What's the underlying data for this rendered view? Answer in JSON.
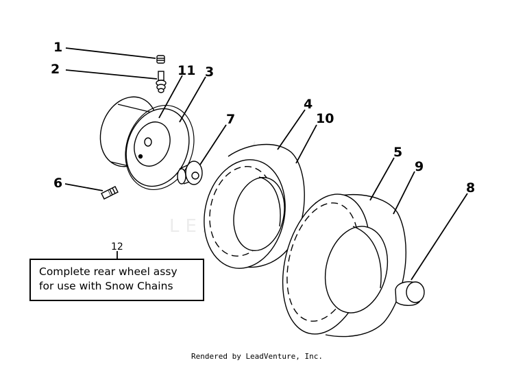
{
  "callouts": {
    "c1": "1",
    "c2": "2",
    "c3": "3",
    "c4": "4",
    "c5": "5",
    "c6": "6",
    "c7": "7",
    "c8": "8",
    "c9": "9",
    "c10": "10",
    "c11": "11",
    "c12": "12"
  },
  "note": {
    "line1": "Complete rear wheel assy",
    "line2": "for use with Snow Chains"
  },
  "watermark": "LEADVENTURE",
  "footer": "Rendered by LeadVenture, Inc."
}
